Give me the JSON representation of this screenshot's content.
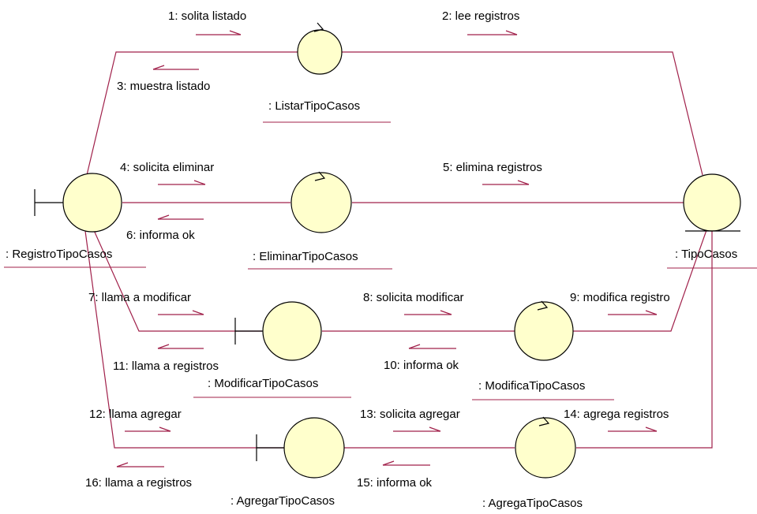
{
  "objects": {
    "listar": ": ListarTipoCasos",
    "registro": ": RegistroTipoCasos",
    "eliminar": ": EliminarTipoCasos",
    "tipocasos": ": TipoCasos",
    "modificar": ": ModificarTipoCasos",
    "modifica": ": ModificaTipoCasos",
    "agregar": ": AgregarTipoCasos",
    "agrega": ": AgregaTipoCasos"
  },
  "messages": {
    "m1": "1: solita listado",
    "m2": "2: lee registros",
    "m3": "3: muestra listado",
    "m4": "4: solicita eliminar",
    "m5": "5: elimina registros",
    "m6": "6: informa ok",
    "m7": "7: llama a modificar",
    "m8": "8: solicita modificar",
    "m9": "9: modifica registro",
    "m10": "10: informa ok",
    "m11": "11: llama a registros",
    "m12": "12: llama agregar",
    "m13": "13: solicita agregar",
    "m14": "14: agrega registros",
    "m15": "15: informa ok",
    "m16": "16: llama a registros"
  }
}
